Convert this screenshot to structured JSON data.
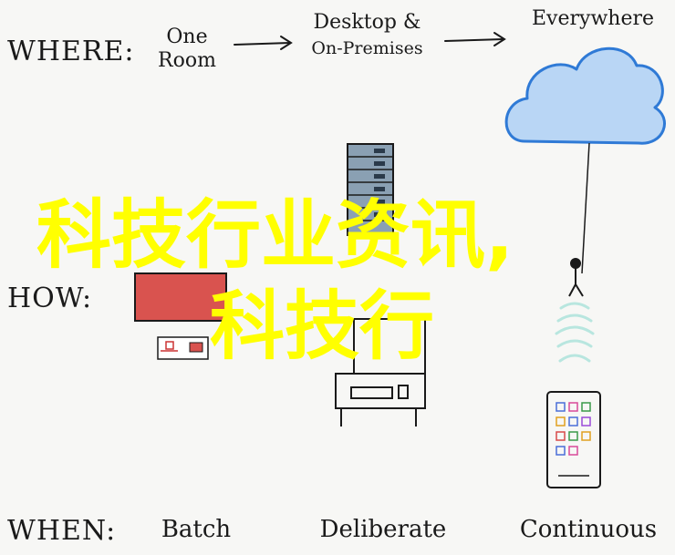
{
  "rows": {
    "where_label": "WHERE:",
    "how_label": "HOW:",
    "when_label": "WHEN:"
  },
  "where": {
    "stage1": [
      "One",
      "Room"
    ],
    "stage2": [
      "Desktop &",
      "On-Premises"
    ],
    "stage3": "Everywhere"
  },
  "when": {
    "stage1": "Batch",
    "stage2": "Deliberate",
    "stage3": "Continuous"
  },
  "overlay": {
    "line1": "科技行业资讯,",
    "line2": "科技行",
    "color": "#ffff00"
  },
  "colors": {
    "cloud_fill": "#b9d6f5",
    "cloud_stroke": "#2f7ad6",
    "server_fill": "#8aa0b3",
    "red_box": "#d9534f",
    "ink": "#1a1a1a",
    "wifi": "#b8e6df"
  },
  "icons": [
    "arrow-right-icon",
    "cloud-icon",
    "server-rack-icon",
    "red-box-icon",
    "desktop-computer-icon",
    "tablet-icon",
    "wifi-signal-icon",
    "person-icon"
  ]
}
